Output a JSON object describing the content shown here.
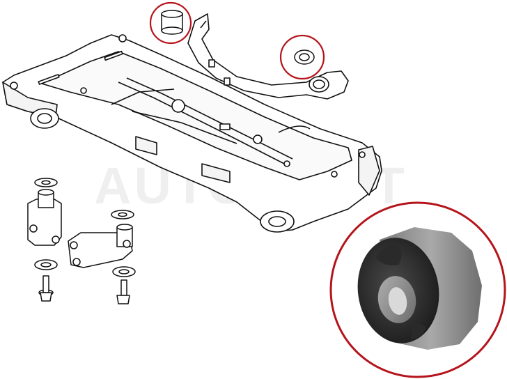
{
  "watermark": {
    "text": "AUTOPOOT"
  },
  "colors": {
    "line": "#111111",
    "highlight_circle": "#b5141b",
    "rubber": "#3b3b3b",
    "rubber_dark": "#1c1c1c",
    "metal_sleeve": "#8c8c8c",
    "metal_sleeve_light": "#a9a9a9",
    "watermark": "#e9e9e9"
  },
  "parts": [
    "crossmember-subframe",
    "trailing-arm",
    "subframe-bushing",
    "trailing-arm-bushing",
    "mount-bracket",
    "washer",
    "bolt"
  ]
}
